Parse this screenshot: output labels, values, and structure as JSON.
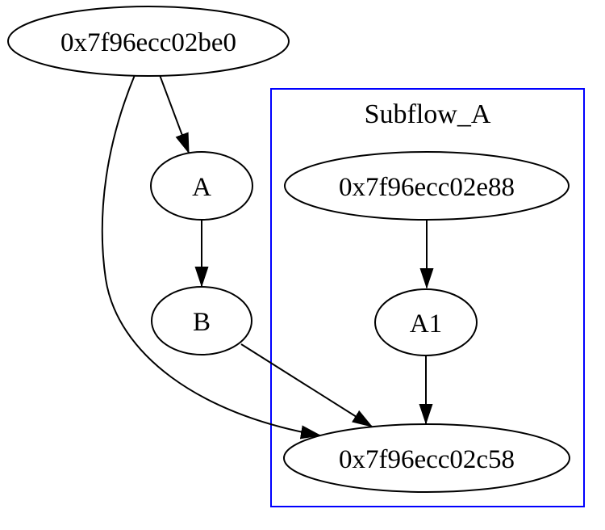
{
  "diagram": {
    "type": "directed-graph",
    "background_color": "#ffffff",
    "node_border_color": "#000000",
    "node_fill_color": "#ffffff",
    "edge_color": "#000000",
    "cluster": {
      "label": "Subflow_A",
      "border_color": "#0000ff"
    },
    "nodes": [
      {
        "id": "0x7f96ecc02be0",
        "label": "0x7f96ecc02be0",
        "in_cluster": false
      },
      {
        "id": "A",
        "label": "A",
        "in_cluster": false
      },
      {
        "id": "B",
        "label": "B",
        "in_cluster": false
      },
      {
        "id": "0x7f96ecc02e88",
        "label": "0x7f96ecc02e88",
        "in_cluster": true
      },
      {
        "id": "A1",
        "label": "A1",
        "in_cluster": true
      },
      {
        "id": "0x7f96ecc02c58",
        "label": "0x7f96ecc02c58",
        "in_cluster": true
      }
    ],
    "edges": [
      {
        "from": "0x7f96ecc02be0",
        "to": "A"
      },
      {
        "from": "0x7f96ecc02be0",
        "to": "0x7f96ecc02c58"
      },
      {
        "from": "A",
        "to": "B"
      },
      {
        "from": "B",
        "to": "0x7f96ecc02c58"
      },
      {
        "from": "0x7f96ecc02e88",
        "to": "A1"
      },
      {
        "from": "A1",
        "to": "0x7f96ecc02c58"
      }
    ]
  }
}
